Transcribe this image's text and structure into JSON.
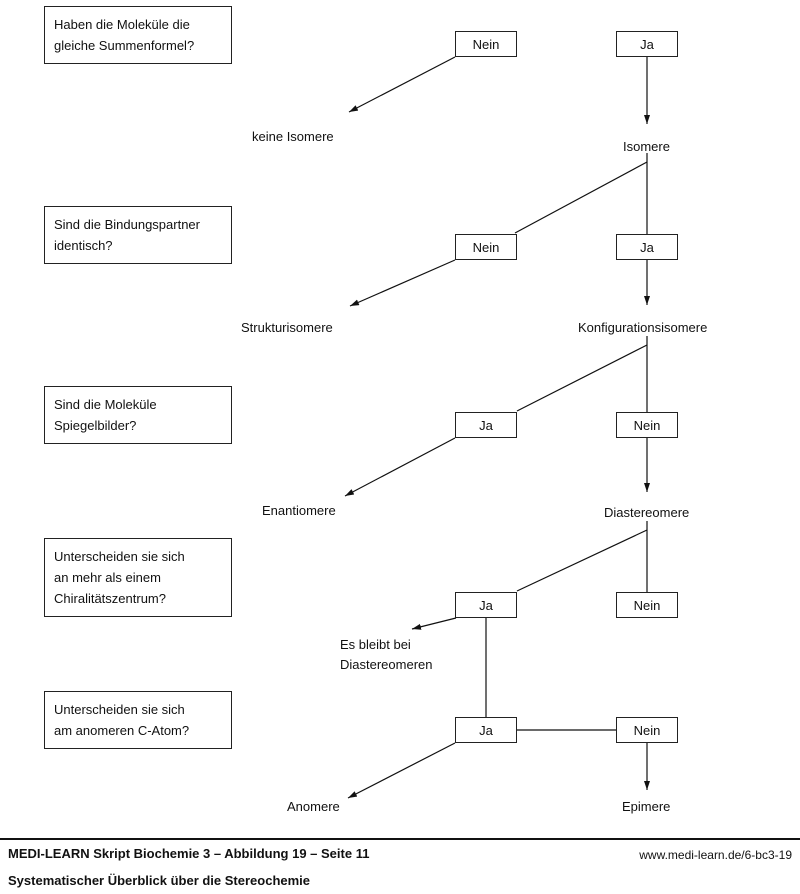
{
  "questions": {
    "q1": {
      "line1": "Haben die Moleküle die",
      "line2": "gleiche Summenformel?"
    },
    "q2": {
      "line1": "Sind die Bindungspartner",
      "line2": "identisch?"
    },
    "q3": {
      "line1": "Sind die Moleküle",
      "line2": "Spiegelbilder?"
    },
    "q4": {
      "line1": "Unterscheiden sie sich",
      "line2": "an mehr als einem",
      "line3": "Chiralitätszentrum?"
    },
    "q5": {
      "line1": "Unterscheiden sie sich",
      "line2": "am anomeren C-Atom?"
    }
  },
  "answers": {
    "row1_left": "Nein",
    "row1_right": "Ja",
    "row2_left": "Nein",
    "row2_right": "Ja",
    "row3_left": "Ja",
    "row3_right": "Nein",
    "row4_left": "Ja",
    "row4_right": "Nein",
    "row5_left": "Ja",
    "row5_right": "Nein"
  },
  "results": {
    "keine_isomere": "keine Isomere",
    "isomere": "Isomere",
    "strukturisomere": "Strukturisomere",
    "konfigurationsisomere": "Konfigurationsisomere",
    "enantiomere": "Enantiomere",
    "diastereomere": "Diastereomere",
    "es_bleibt_line1": "Es bleibt bei",
    "es_bleibt_line2": "Diastereomeren",
    "anomere": "Anomere",
    "epimere": "Epimere"
  },
  "footer": {
    "source": "MEDI-LEARN Skript Biochemie 3 – Abbildung 19 – Seite 11",
    "url": "www.medi-learn.de/6-bc3-19",
    "title": "Systematischer Überblick über die Stereochemie"
  },
  "colors": {
    "line": "#111111",
    "border": "#222222",
    "background": "#ffffff"
  }
}
